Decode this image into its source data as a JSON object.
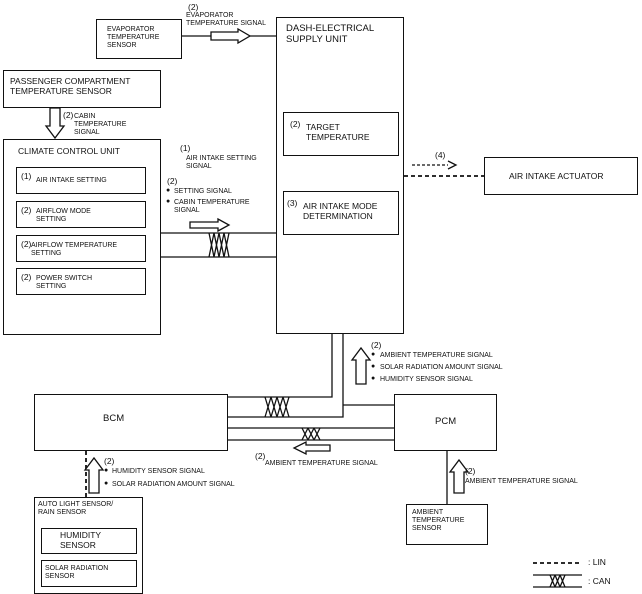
{
  "evaporator": {
    "label": "EVAPORATOR\nTEMPERATURE\nSENSOR",
    "signal_num": "(2)",
    "signal": "EVAPORATOR\nTEMPERATURE SIGNAL"
  },
  "dash": {
    "label": "DASH-ELECTRICAL\nSUPPLY UNIT",
    "target": {
      "num": "(2)",
      "label": "TARGET\nTEMPERATURE"
    },
    "mode": {
      "num": "(3)",
      "label": "AIR INTAKE MODE\nDETERMINATION"
    }
  },
  "passenger": {
    "label": "PASSENGER COMPARTMENT\nTEMPERATURE SENSOR",
    "signal_num": "(2)",
    "signal": "CABIN\nTEMPERATURE\nSIGNAL"
  },
  "ccu": {
    "title": "CLIMATE CONTROL UNIT",
    "items": [
      {
        "num": "(1)",
        "label": "AIR INTAKE SETTING"
      },
      {
        "num": "(2)",
        "label": "AIRFLOW MODE\nSETTING"
      },
      {
        "num": "(2)",
        "label": "AIRFLOW TEMPERATURE\nSETTING"
      },
      {
        "num": "(2)",
        "label": "POWER SWITCH\nSETTING"
      }
    ]
  },
  "ccu_signals": {
    "num1": "(1)",
    "air_intake": "AIR INTAKE SETTING\nSIGNAL",
    "num2": "(2)",
    "setting": "SETTING SIGNAL",
    "cabin": "CABIN TEMPERATURE\nSIGNAL"
  },
  "actuator": {
    "label": "AIR INTAKE ACTUATOR",
    "num": "(4)"
  },
  "pcm_up": {
    "num": "(2)",
    "items": [
      "AMBIENT TEMPERATURE SIGNAL",
      "SOLAR RADIATION AMOUNT SIGNAL",
      "HUMIDITY SENSOR SIGNAL"
    ]
  },
  "bcm": {
    "label": "BCM"
  },
  "pcm": {
    "label": "PCM"
  },
  "bcm_pcm_signal": {
    "num": "(2)",
    "label": "AMBIENT TEMPERATURE SIGNAL"
  },
  "ambient_signal": {
    "num": "(2)",
    "label": "AMBIENT TEMPERATURE SIGNAL"
  },
  "ambient_sensor": {
    "label": "AMBIENT\nTEMPERATURE\nSENSOR"
  },
  "auto_light": {
    "label": "AUTO LIGHT SENSOR/\nRAIN SENSOR",
    "humidity": "HUMIDITY\nSENSOR",
    "solar": "SOLAR RADIATION\nSENSOR"
  },
  "auto_light_signals": {
    "num": "(2)",
    "items": [
      "HUMIDITY SENSOR SIGNAL",
      "SOLAR RADIATION AMOUNT SIGNAL"
    ]
  },
  "legend": {
    "lin": ": LIN",
    "can": ": CAN"
  },
  "bullet": "●"
}
